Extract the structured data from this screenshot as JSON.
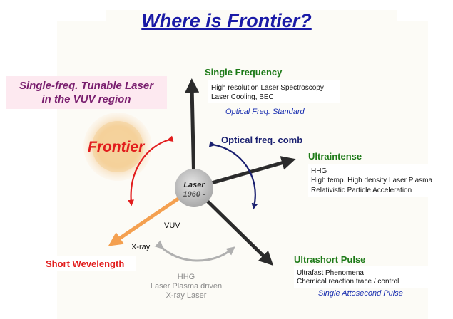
{
  "title": "Where is Frontier?",
  "callout": {
    "line1": "Single-freq. Tunable Laser",
    "line2": "in the VUV region"
  },
  "frontier_label": "Frontier",
  "center": {
    "label": "Laser",
    "year": "1960 -"
  },
  "single_frequency": {
    "heading": "Single Frequency",
    "lines": [
      "High resolution Laser Spectroscopy",
      "Laser Cooling, BEC"
    ],
    "note": "Optical Freq. Standard"
  },
  "comb_label": "Optical freq. comb",
  "ultraintense": {
    "heading": "Ultraintense",
    "lines": [
      "HHG",
      "High temp. High density Laser Plasma",
      "Relativistic Particle Acceleration"
    ]
  },
  "ultrashort": {
    "heading": "Ultrashort Pulse",
    "lines": [
      "Ultrafast Phenomena",
      "Chemical reaction trace / control"
    ],
    "note": "Single Attosecond Pulse"
  },
  "short_wavelength": {
    "heading": "Short Wevelength",
    "vuv": "VUV",
    "xray": "X-ray",
    "lines": [
      "HHG",
      "Laser Plasma driven",
      "X-ray Laser"
    ]
  },
  "colors": {
    "title": "#1a1aa6",
    "green": "#1d7a17",
    "red": "#e21d1d",
    "navy": "#1a2070",
    "orange": "#f4a050",
    "dark_arrow": "#2b2b2b"
  }
}
